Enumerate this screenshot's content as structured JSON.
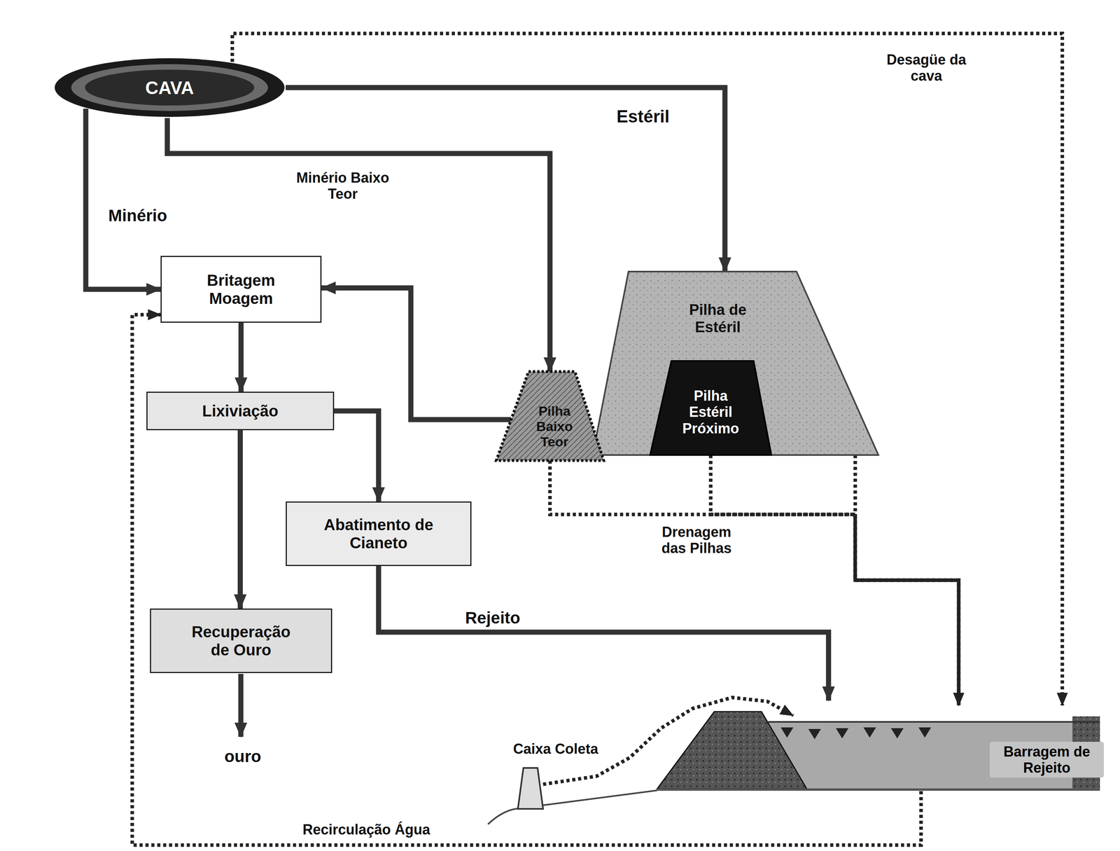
{
  "diagram": {
    "nodes": [
      {
        "text": [
          "CAVA"
        ]
      },
      {
        "text": [
          "Britagem Moagem"
        ]
      },
      {
        "text": [
          "Lixiviação"
        ]
      },
      {
        "text": [
          "Abatimento de Cianeto"
        ]
      },
      {
        "text": [
          "Recuperação de Ouro"
        ]
      },
      {
        "text": [
          "Pilha Baixo Teor"
        ]
      },
      {
        "text": [
          "Pilha de Estéril"
        ]
      },
      {
        "text": [
          "Pilha Estéril Próximo"
        ],
        "in": 6
      },
      {
        "text": [
          "Caixa Coleta"
        ]
      },
      {
        "text": [
          "Barragem de Rejeito"
        ]
      }
    ],
    "edges": [
      {
        "from": 0,
        "to": 1,
        "label": "Minério",
        "arrow": "to"
      },
      {
        "from": 0,
        "to": 5,
        "label": "Minério Baixo Teor",
        "arrow": "to"
      },
      {
        "from": 0,
        "to": 6,
        "label": "Estéril",
        "arrow": "to"
      },
      {
        "from": 5,
        "to": 1,
        "arrow": "to"
      },
      {
        "from": 1,
        "to": 2,
        "arrow": "to"
      },
      {
        "from": 2,
        "to": 4,
        "arrow": "to"
      },
      {
        "from": 2,
        "to": 3,
        "arrow": "to"
      },
      {
        "from": 3,
        "to": 9,
        "label": "Rejeito",
        "arrow": "to"
      },
      {
        "from": 0,
        "to": 9,
        "label": "Desagüe da cava",
        "arrow": "to"
      },
      {
        "from": 5,
        "to": 9,
        "label": "Drenagem das Pilhas",
        "arrow": "to"
      },
      {
        "from": 7,
        "to": 9,
        "arrow": "to"
      },
      {
        "from": 6,
        "to": 9,
        "arrow": "to"
      },
      {
        "from": 8,
        "to": 9,
        "arrow": "to"
      },
      {
        "from": 9,
        "to": 1,
        "label": "Recirculação Água",
        "arrow": "to"
      }
    ],
    "labels": [
      "ouro"
    ]
  }
}
